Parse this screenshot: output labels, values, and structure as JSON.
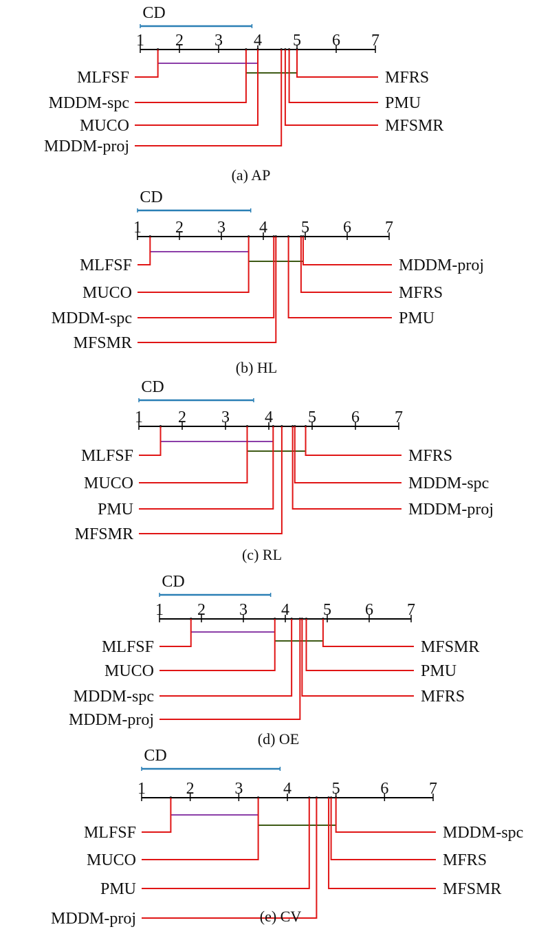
{
  "chart_data": [
    {
      "type": "cd-diagram",
      "caption": "(a) AP",
      "cd_label": "CD",
      "cd_value": 2.85,
      "axis": {
        "min": 1,
        "max": 7,
        "ticks": [
          "1",
          "2",
          "3",
          "4",
          "5",
          "6",
          "7"
        ]
      },
      "left_methods": [
        {
          "name": "MLFSF",
          "rank": 1.45
        },
        {
          "name": "MDDM-spc",
          "rank": 3.7
        },
        {
          "name": "MUCO",
          "rank": 4.0
        },
        {
          "name": "MDDM-proj",
          "rank": 4.6
        }
      ],
      "right_methods": [
        {
          "name": "MFRS",
          "rank": 5.0
        },
        {
          "name": "PMU",
          "rank": 4.8
        },
        {
          "name": "MFSMR",
          "rank": 4.7
        }
      ],
      "groups": [
        [
          1.45,
          4.0
        ],
        [
          3.7,
          5.0
        ]
      ]
    },
    {
      "type": "cd-diagram",
      "caption": "(b) HL",
      "cd_label": "CD",
      "cd_value": 2.7,
      "axis": {
        "min": 1,
        "max": 7,
        "ticks": [
          "1",
          "2",
          "3",
          "4",
          "5",
          "6",
          "7"
        ]
      },
      "left_methods": [
        {
          "name": "MLFSF",
          "rank": 1.3
        },
        {
          "name": "MUCO",
          "rank": 3.65
        },
        {
          "name": "MDDM-spc",
          "rank": 4.25
        },
        {
          "name": "MFSMR",
          "rank": 4.3
        }
      ],
      "right_methods": [
        {
          "name": "MDDM-proj",
          "rank": 4.95
        },
        {
          "name": "MFRS",
          "rank": 4.9
        },
        {
          "name": "PMU",
          "rank": 4.6
        }
      ],
      "groups": [
        [
          1.3,
          3.65
        ],
        [
          3.65,
          4.95
        ]
      ]
    },
    {
      "type": "cd-diagram",
      "caption": "(c) RL",
      "cd_label": "CD",
      "cd_value": 2.65,
      "axis": {
        "min": 1,
        "max": 7,
        "ticks": [
          "1",
          "2",
          "3",
          "4",
          "5",
          "6",
          "7"
        ]
      },
      "left_methods": [
        {
          "name": "MLFSF",
          "rank": 1.5
        },
        {
          "name": "MUCO",
          "rank": 3.5
        },
        {
          "name": "PMU",
          "rank": 4.1
        },
        {
          "name": "MFSMR",
          "rank": 4.3
        }
      ],
      "right_methods": [
        {
          "name": "MFRS",
          "rank": 4.85
        },
        {
          "name": "MDDM-spc",
          "rank": 4.6
        },
        {
          "name": "MDDM-proj",
          "rank": 4.55
        }
      ],
      "groups": [
        [
          1.5,
          4.1
        ],
        [
          3.5,
          4.85
        ]
      ]
    },
    {
      "type": "cd-diagram",
      "caption": "(d) OE",
      "cd_label": "CD",
      "cd_value": 2.65,
      "axis": {
        "min": 1,
        "max": 7,
        "ticks": [
          "1",
          "2",
          "3",
          "4",
          "5",
          "6",
          "7"
        ]
      },
      "left_methods": [
        {
          "name": "MLFSF",
          "rank": 1.75
        },
        {
          "name": "MUCO",
          "rank": 3.75
        },
        {
          "name": "MDDM-spc",
          "rank": 4.15
        },
        {
          "name": "MDDM-proj",
          "rank": 4.35
        }
      ],
      "right_methods": [
        {
          "name": "MFSMR",
          "rank": 4.9
        },
        {
          "name": "PMU",
          "rank": 4.5
        },
        {
          "name": "MFRS",
          "rank": 4.4
        }
      ],
      "groups": [
        [
          1.75,
          3.75
        ],
        [
          3.75,
          4.9
        ]
      ]
    },
    {
      "type": "cd-diagram",
      "caption": "(e) CV",
      "cd_label": "CD",
      "cd_value": 2.85,
      "axis": {
        "min": 1,
        "max": 7,
        "ticks": [
          "1",
          "2",
          "3",
          "4",
          "5",
          "6",
          "7"
        ]
      },
      "left_methods": [
        {
          "name": "MLFSF",
          "rank": 1.6
        },
        {
          "name": "MUCO",
          "rank": 3.4
        },
        {
          "name": "PMU",
          "rank": 4.45
        },
        {
          "name": "MDDM-proj",
          "rank": 4.6
        }
      ],
      "right_methods": [
        {
          "name": "MDDM-spc",
          "rank": 5.0
        },
        {
          "name": "MFRS",
          "rank": 4.9
        },
        {
          "name": "MFSMR",
          "rank": 4.85
        }
      ],
      "groups": [
        [
          1.6,
          3.4
        ],
        [
          3.4,
          5.0
        ]
      ]
    }
  ],
  "colors": {
    "axis": "#000000",
    "cd_bar": "#2a7fb5",
    "connector": "#e01515",
    "group_primary": "#8b3ea8",
    "group_secondary": "#3e5a16"
  }
}
